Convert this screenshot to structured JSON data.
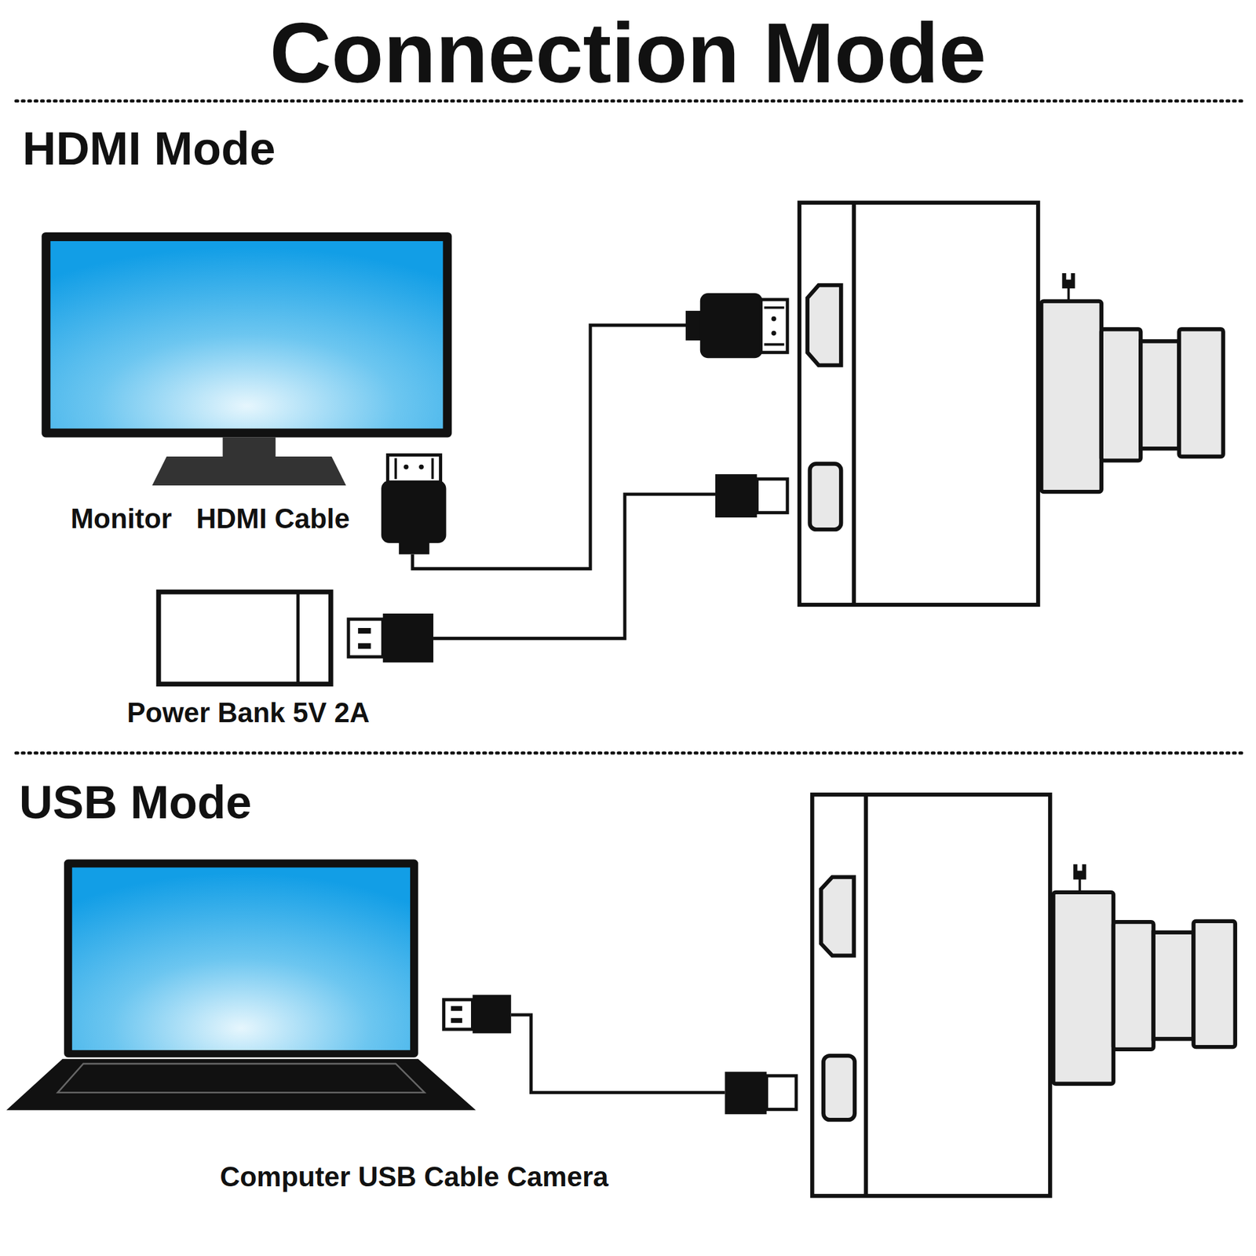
{
  "diagram": {
    "title": "Connection Mode",
    "nodes": [
      {
        "text": [
          "Monitor"
        ]
      },
      {
        "text": [
          "Power Bank 5V 2A"
        ]
      }
    ],
    "labels": [
      "HDMI Mode",
      "HDMI Cable",
      "USB Mode",
      "Computer USB Cable Camera"
    ]
  }
}
